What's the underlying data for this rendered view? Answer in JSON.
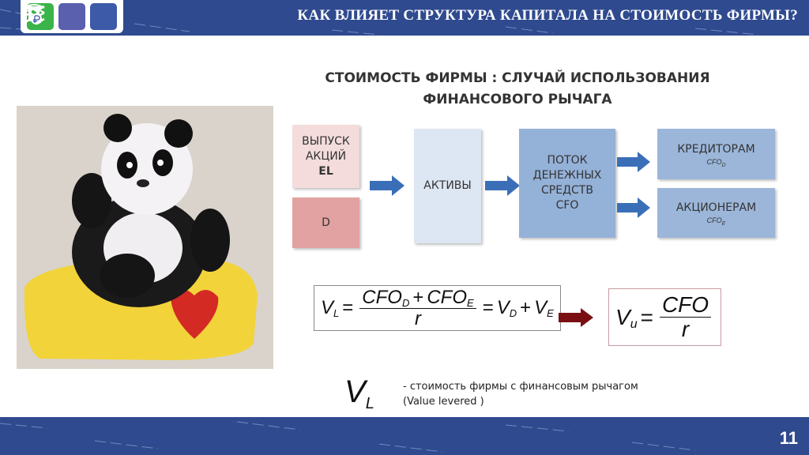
{
  "header": {
    "title": "КАК ВЛИЯЕТ СТРУКТУРА КАПИТАЛА НА СТОИМОСТЬ ФИРМЫ?",
    "logos": [
      "pi-logo",
      "wave-logo",
      "ruble-logo"
    ]
  },
  "slide": {
    "heading_line1": "СТОИМОСТЬ ФИРМЫ : СЛУЧАЙ ИСПОЛЬЗОВАНИЯ",
    "heading_line2": "ФИНАНСОВОГО РЫЧАГА",
    "diagram": {
      "equity": {
        "line1": "ВЫПУСК",
        "line2": "АКЦИЙ",
        "line3": "EL"
      },
      "debt": "D",
      "assets": "АКТИВЫ",
      "cashflow": {
        "line1": "ПОТОК",
        "line2": "ДЕНЕЖНЫХ",
        "line3": "СРЕДСТВ",
        "line4": "CFO"
      },
      "creditors": {
        "label": "КРЕДИТОРАМ",
        "sub": "CFO",
        "sub_idx": "D"
      },
      "shareholders": {
        "label": "АКЦИОНЕРАМ",
        "sub": "CFO",
        "sub_idx": "E"
      }
    },
    "formula_levered": {
      "lhs": "V",
      "lhs_idx": "L",
      "num_a": "CFO",
      "num_a_idx": "D",
      "plus": "+",
      "num_b": "CFO",
      "num_b_idx": "E",
      "den": "r",
      "eq": "=",
      "rhs_a": "V",
      "rhs_a_idx": "D",
      "rhs_b": "V",
      "rhs_b_idx": "E"
    },
    "formula_unlevered": {
      "lhs": "V",
      "lhs_idx": "u",
      "eq": "=",
      "num": "CFO",
      "den": "r"
    },
    "definition": {
      "symbol": "V",
      "symbol_idx": "L",
      "line1": "- стоимость фирмы с финансовым рычагом",
      "line2": "(Value levered )"
    }
  },
  "footer": {
    "page_number": "11"
  },
  "colors": {
    "band": "#2f4a8e",
    "equity": "#f4dcdc",
    "debt": "#e2a2a2",
    "assets": "#dde6f3",
    "cashflow": "#94b1d8",
    "recipients": "#9cb6da",
    "arrow_blue": "#3a6fb8",
    "arrow_red": "#7a0f12"
  }
}
